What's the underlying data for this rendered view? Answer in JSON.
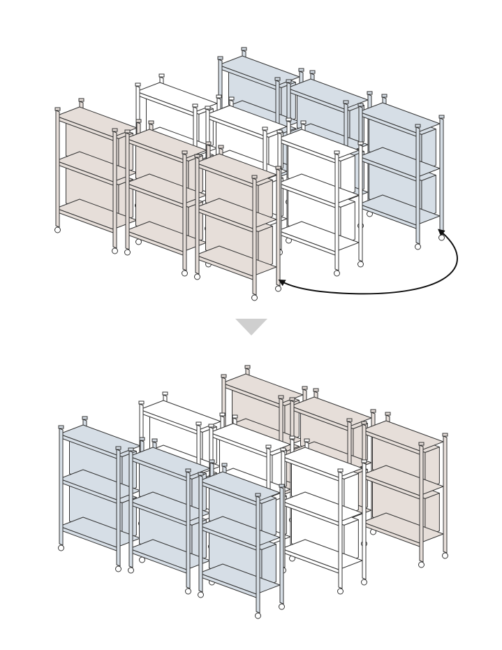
{
  "colors": {
    "beige": "#e6ded9",
    "blue": "#d6dee6",
    "white": "#ffffff",
    "stroke": "#333333",
    "arrow": "#111111",
    "down_triangle": "#cfcfcf"
  },
  "panels": [
    {
      "name": "before",
      "rows": [
        {
          "row": "back",
          "units": [
            "blue",
            "blue",
            "blue"
          ]
        },
        {
          "row": "middle",
          "units": [
            "white",
            "white",
            "white"
          ]
        },
        {
          "row": "front",
          "units": [
            "beige",
            "beige",
            "beige"
          ]
        }
      ],
      "swap_arrow": true
    },
    {
      "name": "after",
      "rows": [
        {
          "row": "back",
          "units": [
            "beige",
            "beige",
            "beige"
          ]
        },
        {
          "row": "middle",
          "units": [
            "white",
            "white",
            "white"
          ]
        },
        {
          "row": "front",
          "units": [
            "blue",
            "blue",
            "blue"
          ]
        }
      ],
      "swap_arrow": false
    }
  ]
}
